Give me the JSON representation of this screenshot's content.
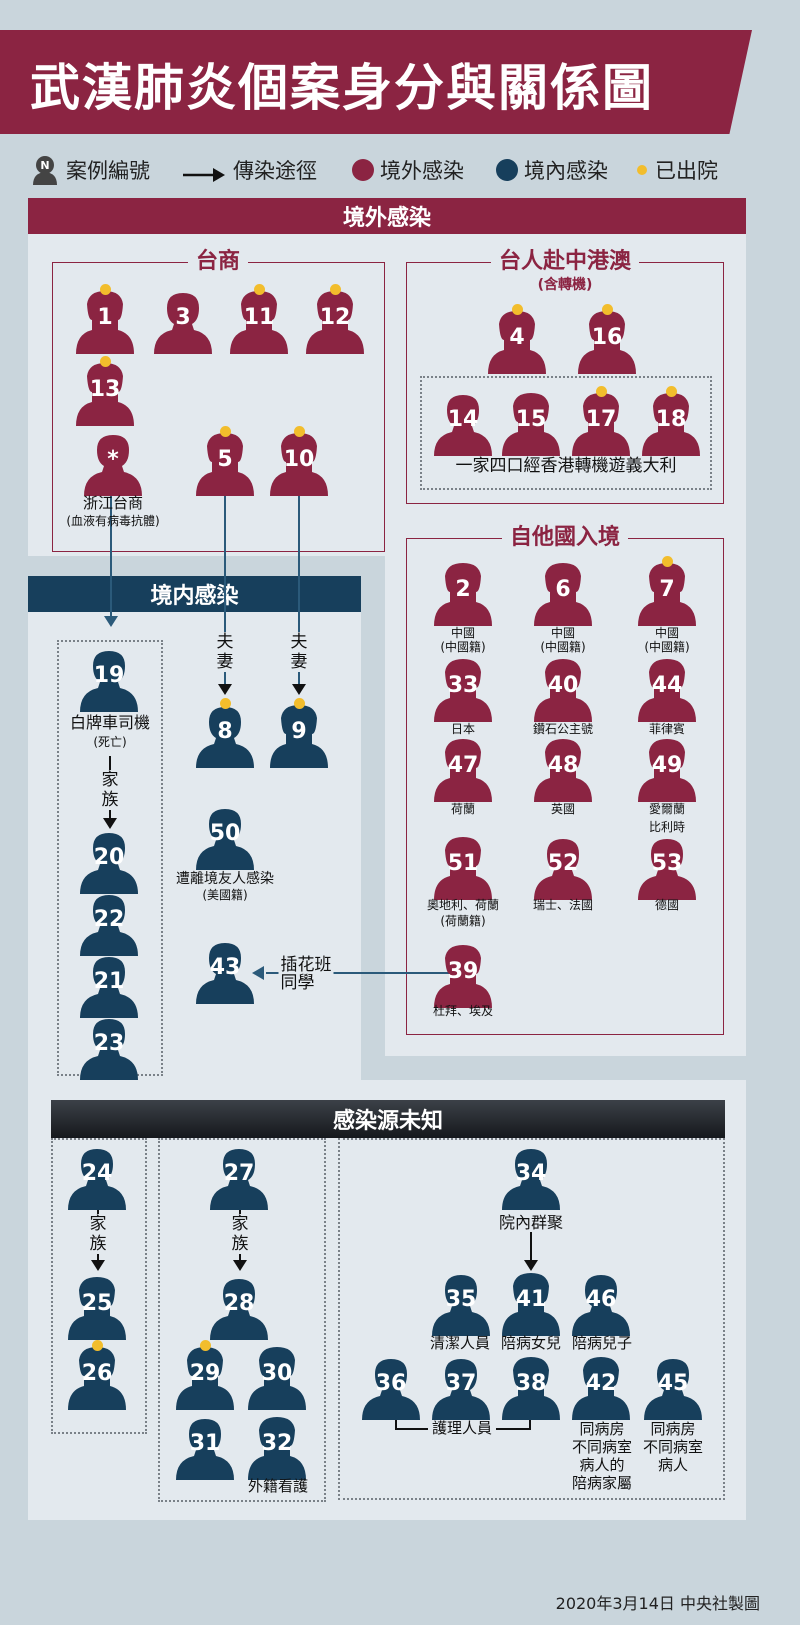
{
  "title": "武漢肺炎個案身分與關係圖",
  "legend": {
    "case_number": "案例編號",
    "transmission": "傳染途徑",
    "imported": "境外感染",
    "local": "境內感染",
    "discharged": "已出院"
  },
  "colors": {
    "imported": "#8b2442",
    "local": "#173f5c",
    "discharged": "#f2bd2c"
  },
  "sections": {
    "imported": "境外感染",
    "local": "境内感染",
    "unknown": "感染源未知"
  },
  "groups": {
    "taishang": "台商",
    "china_hk_macau": "台人赴中港澳",
    "transit_note": "(含轉機)",
    "family_four": "一家四口經香港轉機遊義大利",
    "other_countries": "自他國入境"
  },
  "labels": {
    "zhejiang": "浙江台商",
    "zhejiang_sub": "(血液有病毒抗體)",
    "driver": "白牌車司機",
    "driver_sub": "(死亡)",
    "family": "家族",
    "spouse": "夫妻",
    "case50": "遭離境友人感染",
    "case50_sub": "(美國籍)",
    "flower_class": "插花班\n同學",
    "china": "中國",
    "china_nat": "(中國籍)",
    "japan": "日本",
    "diamond": "鑽石公主號",
    "philippines": "菲律賓",
    "netherlands": "荷蘭",
    "uk": "英國",
    "ireland_belgium": "愛爾蘭\n比利時",
    "austria_nl": "奧地利、荷蘭",
    "austria_nl_sub": "(荷蘭籍)",
    "swiss_fr": "瑞士、法國",
    "germany": "德國",
    "dubai_egypt": "杜拜、埃及",
    "caregiver": "外籍看護",
    "cluster": "院內群聚",
    "cleaner": "清潔人員",
    "daughter": "陪病女兒",
    "son": "陪病兒子",
    "nurses": "護理人員",
    "family_other_room": "同病房\n不同病室\n病人的\n陪病家屬",
    "patient_other_room": "同病房\n不同病室\n病人"
  },
  "cases": {
    "c1": "1",
    "c3": "3",
    "c11": "11",
    "c12": "12",
    "c13": "13",
    "star": "*",
    "c5": "5",
    "c10": "10",
    "c4": "4",
    "c16": "16",
    "c14": "14",
    "c15": "15",
    "c17": "17",
    "c18": "18",
    "c2": "2",
    "c6": "6",
    "c7": "7",
    "c33": "33",
    "c40": "40",
    "c44": "44",
    "c47": "47",
    "c48": "48",
    "c49": "49",
    "c51": "51",
    "c52": "52",
    "c53": "53",
    "c39": "39",
    "c19": "19",
    "c20": "20",
    "c22": "22",
    "c21": "21",
    "c23": "23",
    "c8": "8",
    "c9": "9",
    "c50": "50",
    "c43": "43",
    "c24": "24",
    "c25": "25",
    "c26": "26",
    "c27": "27",
    "c28": "28",
    "c29": "29",
    "c30": "30",
    "c31": "31",
    "c32": "32",
    "c34": "34",
    "c35": "35",
    "c41": "41",
    "c46": "46",
    "c36": "36",
    "c37": "37",
    "c38": "38",
    "c42": "42",
    "c45": "45"
  },
  "footer": "2020年3月14日  中央社製圖"
}
